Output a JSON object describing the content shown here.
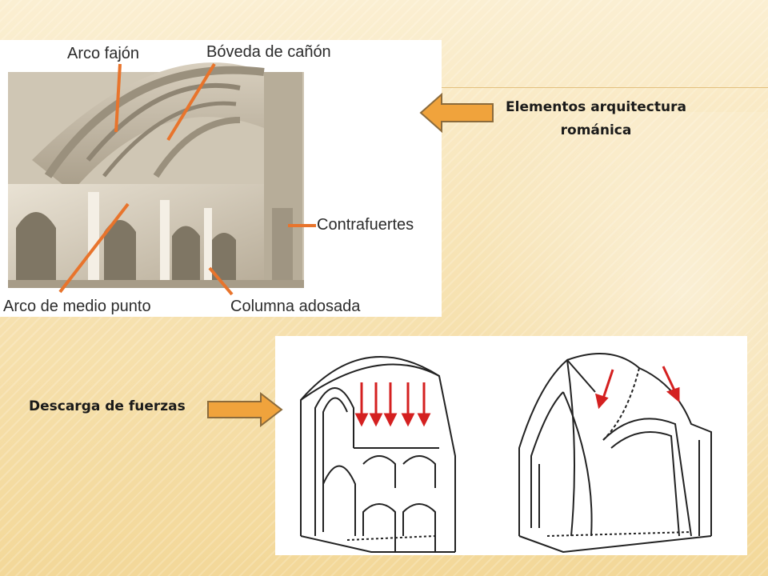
{
  "slide": {
    "title_caption_line1": "Elementos arquitectura",
    "title_caption_line2": "románica",
    "forces_caption": "Descarga de fuerzas"
  },
  "diagram_labels": {
    "arco_fajon": "Arco fajón",
    "boveda": "Bóveda de cañón",
    "contrafuertes": "Contrafuertes",
    "arco_medio": "Arco de medio punto",
    "columna": "Columna adosada"
  },
  "colors": {
    "arrow_fill": "#f0a33c",
    "arrow_stroke": "#8b6b3c",
    "pointer": "#e8742c",
    "force_arrow": "#d42020"
  }
}
